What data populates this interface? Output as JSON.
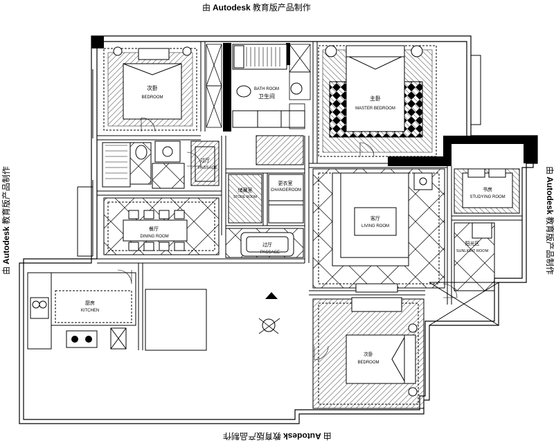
{
  "watermark": {
    "prefix": "由",
    "brand": "Autodesk",
    "suffix": "教育版产品制作"
  },
  "rooms": {
    "bedroom_nw": {
      "cn": "次卧",
      "en": "BEDROOM"
    },
    "bathroom": {
      "cn": "卫生间",
      "en": "BATH ROOM"
    },
    "master_bedroom": {
      "cn": "主卧",
      "en": "MASTER BEDROOM"
    },
    "passage_upper": {
      "cn": "过厅",
      "en": "PASSAGE"
    },
    "store_room": {
      "cn": "储藏室",
      "en": "STORE ROOM"
    },
    "change_room": {
      "cn": "更衣室",
      "en": "CHANGEROOM"
    },
    "dining": {
      "cn": "餐厅",
      "en": "DINING ROOM"
    },
    "passage_lower": {
      "cn": "过厅",
      "en": "PASSAGE"
    },
    "living": {
      "cn": "客厅",
      "en": "LIVING ROOM"
    },
    "study": {
      "cn": "书房",
      "en": "STUDYING ROOM"
    },
    "sunlight": {
      "cn": "阳光区",
      "en": "SUNLIGHT ROOM"
    },
    "kitchen": {
      "cn": "厨房",
      "en": "KITCHEN"
    },
    "bedroom_se": {
      "cn": "次卧",
      "en": "BEDROOM"
    }
  },
  "colors": {
    "line": "#000000",
    "paper": "#ffffff",
    "hatch": "#666666"
  }
}
